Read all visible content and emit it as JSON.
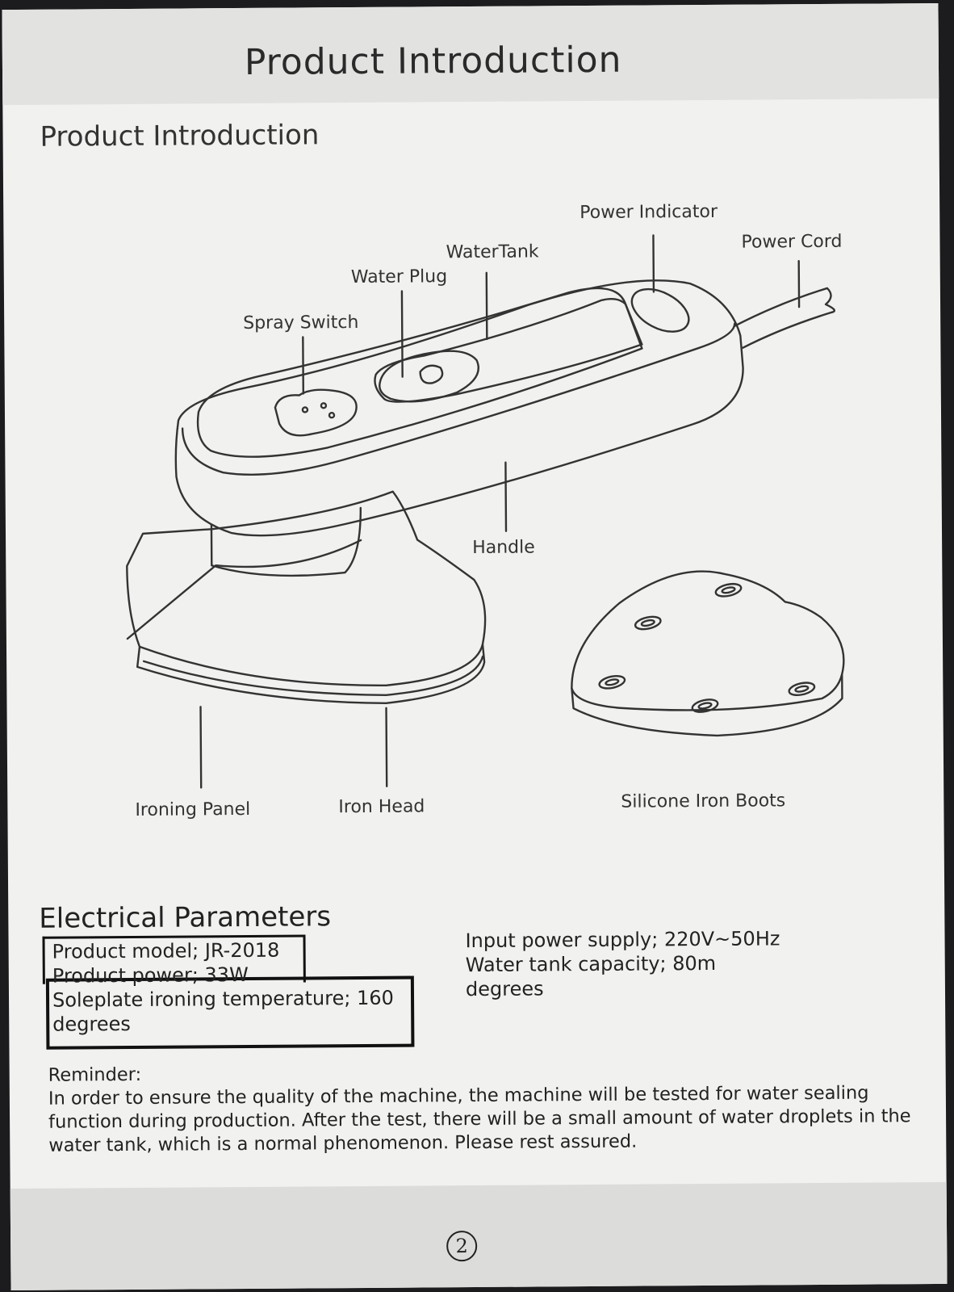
{
  "header": {
    "title": "Product Introduction"
  },
  "section": {
    "title": "Product Introduction"
  },
  "labels": {
    "power_indicator": "Power Indicator",
    "power_cord": "Power Cord",
    "water_tank": "WaterTank",
    "water_plug": "Water Plug",
    "spray_switch": "Spray Switch",
    "handle": "Handle",
    "ironing_panel": "Ironing Panel",
    "iron_head": "Iron Head",
    "silicone_boots": "Silicone Iron Boots"
  },
  "electrical": {
    "title": "Electrical Parameters",
    "left": [
      "Product model; JR-2018",
      "Product power; 33W",
      "Soleplate ironing temperature; 160",
      "degrees"
    ],
    "right": [
      "Input power supply; 220V~50Hz",
      "Water tank capacity; 80m",
      "degrees"
    ]
  },
  "reminder": {
    "heading": "Reminder:",
    "text": "In order to ensure the quality of the machine, the machine will be tested for water sealing function during production. After the test, there will be a small amount of water droplets in the water tank, which is a normal phenomenon. Please rest assured."
  },
  "footer": {
    "page_number": "2"
  },
  "colors": {
    "paper": "#f1f1ef",
    "band": "#e2e2e0",
    "ink": "#222222"
  }
}
